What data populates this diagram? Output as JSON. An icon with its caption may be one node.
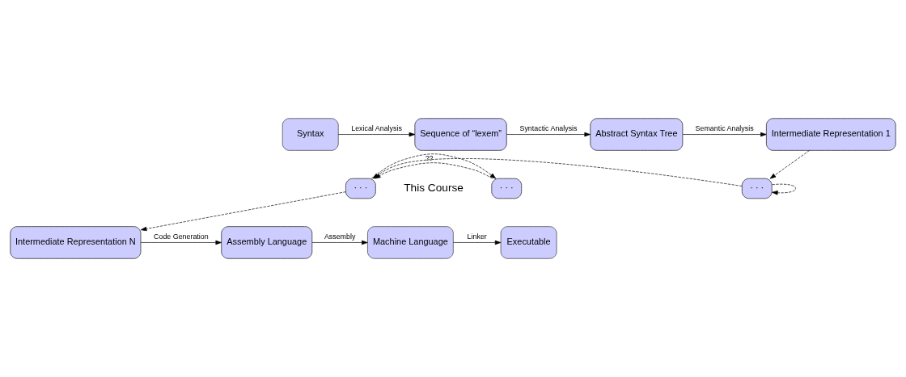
{
  "diagram": {
    "nodes": [
      {
        "text": [
          "Syntax"
        ]
      },
      {
        "text": [
          "Sequence of “lexem”"
        ]
      },
      {
        "text": [
          "Abstract Syntax Tree"
        ]
      },
      {
        "text": [
          "Intermediate Representation 1"
        ]
      },
      {
        "text": [
          "· · ·"
        ]
      },
      {
        "text": [
          "· · ·"
        ]
      },
      {
        "text": [
          "· · ·"
        ]
      },
      {
        "text": [
          "Executable"
        ]
      },
      {
        "text": [
          "Machine Language"
        ]
      },
      {
        "text": [
          "Assembly Language"
        ]
      },
      {
        "text": [
          "Intermediate Representation N"
        ]
      }
    ],
    "edges": [
      {
        "from": 0,
        "to": 1,
        "arrow": "to",
        "label": "Lexical Analysis"
      },
      {
        "from": 1,
        "to": 2,
        "arrow": "to",
        "label": "Syntactic Analysis"
      },
      {
        "from": 2,
        "to": 3,
        "arrow": "to",
        "label": "Semantic Analysis"
      },
      {
        "from": 3,
        "to": 6,
        "arrow": "to",
        "style": "dashed"
      },
      {
        "from": 6,
        "to": 6,
        "arrow": "to",
        "style": "dashed"
      },
      {
        "from": 6,
        "to": 5,
        "arrow": "to",
        "style": "dashed"
      },
      {
        "from": 4,
        "to": 5,
        "arrow": "to",
        "style": "dashed",
        "label": "??"
      },
      {
        "from": 5,
        "to": 4,
        "arrow": "to",
        "style": "dashed"
      },
      {
        "from": 5,
        "to": 10,
        "arrow": "to",
        "style": "dashed"
      },
      {
        "from": 10,
        "to": 9,
        "arrow": "to",
        "label": "Code Generation"
      },
      {
        "from": 9,
        "to": 8,
        "arrow": "to",
        "label": "Assembly"
      },
      {
        "from": 8,
        "to": 7,
        "arrow": "to",
        "label": "Linker"
      }
    ],
    "labels": [
      "This Course"
    ]
  }
}
